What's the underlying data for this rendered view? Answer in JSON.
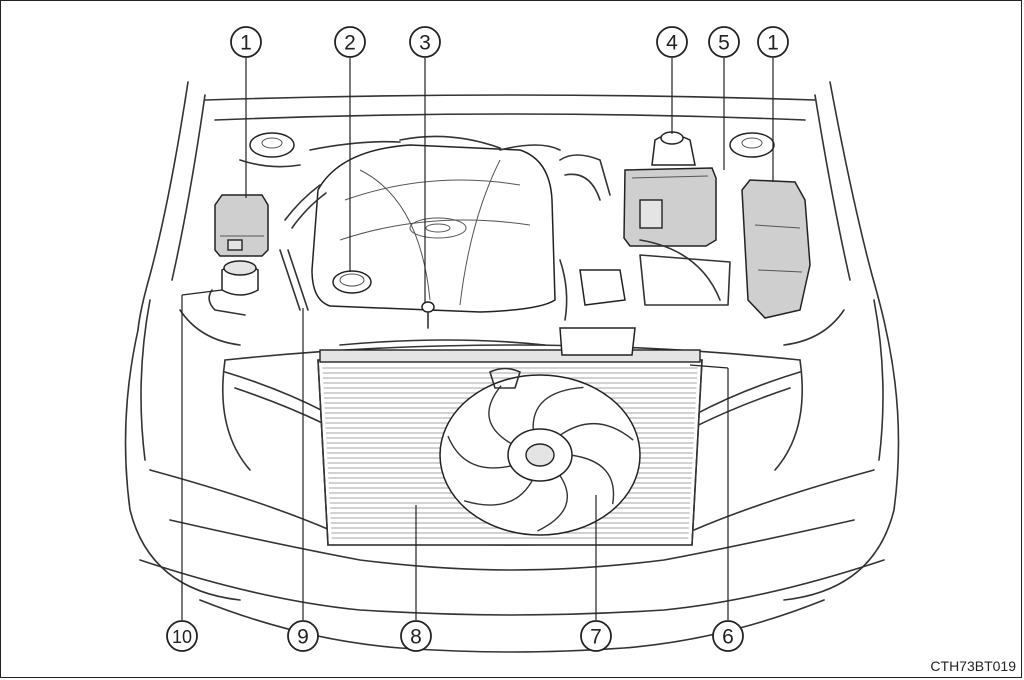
{
  "figure": {
    "code": "CTH73BT019"
  },
  "callouts": [
    {
      "label": "1"
    },
    {
      "label": "2"
    },
    {
      "label": "3"
    },
    {
      "label": "4"
    },
    {
      "label": "5"
    },
    {
      "label": "1"
    },
    {
      "label": "10"
    },
    {
      "label": "9"
    },
    {
      "label": "8"
    },
    {
      "label": "7"
    },
    {
      "label": "6"
    }
  ]
}
